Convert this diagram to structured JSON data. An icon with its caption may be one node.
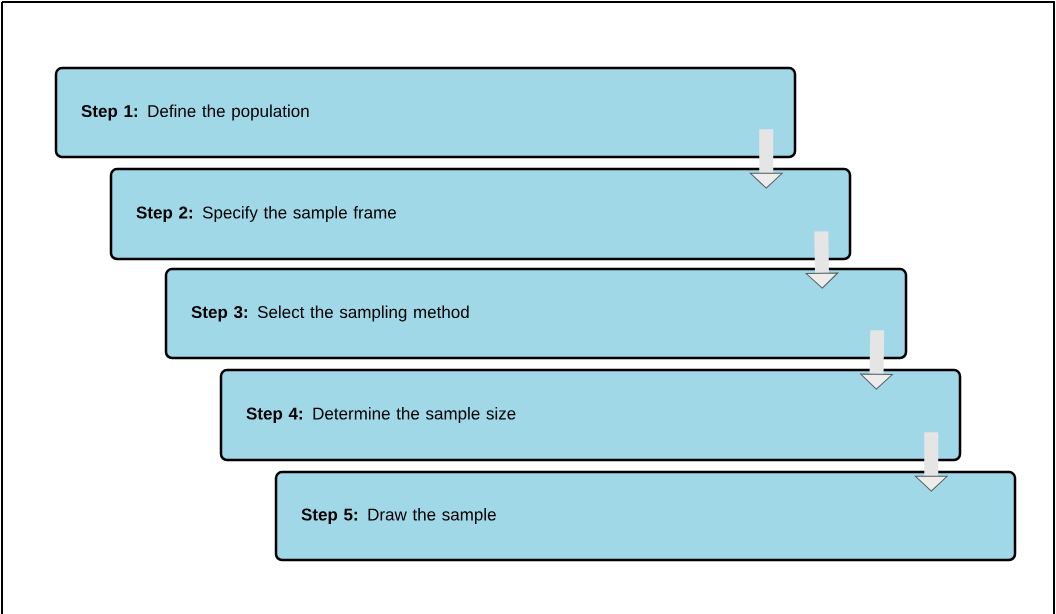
{
  "diagram": {
    "nodes": [
      {
        "text": [
          "**Step 1:** Define the population"
        ]
      },
      {
        "text": [
          "**Step 2:** Specify the sample frame"
        ]
      },
      {
        "text": [
          "**Step 3:** Select the sampling method"
        ]
      },
      {
        "text": [
          "**Step 4:** Determine the sample size"
        ]
      },
      {
        "text": [
          "**Step 5:** Draw the sample"
        ]
      }
    ],
    "edges": [
      {
        "from": 0,
        "to": 1,
        "arrow": "to"
      },
      {
        "from": 1,
        "to": 2,
        "arrow": "to"
      },
      {
        "from": 2,
        "to": 3,
        "arrow": "to"
      },
      {
        "from": 3,
        "to": 4,
        "arrow": "to"
      }
    ]
  }
}
